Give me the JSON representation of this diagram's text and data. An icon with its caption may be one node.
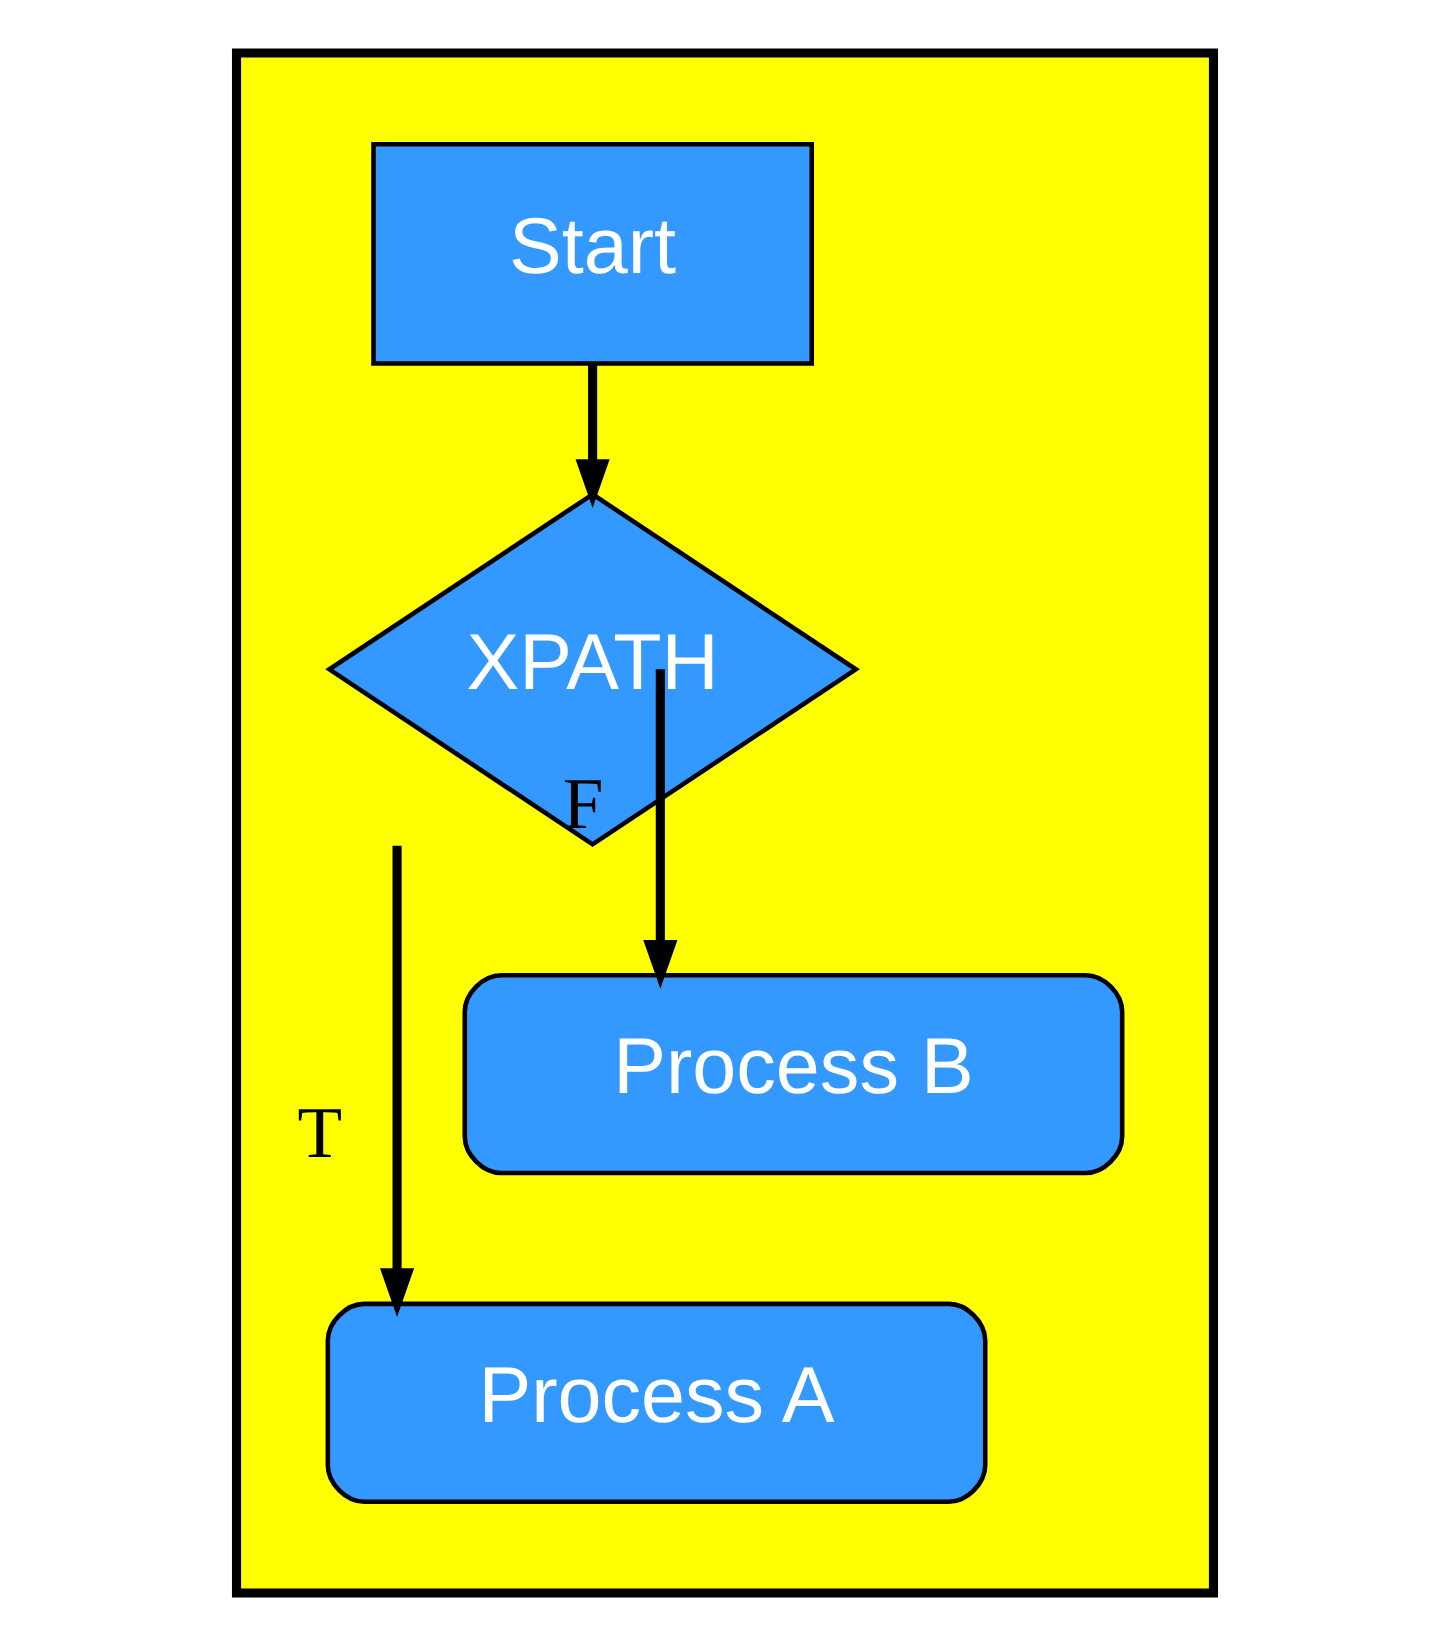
{
  "diagram": {
    "nodes": [
      {
        "text": [],
        "shape": "box"
      },
      {
        "text": [
          "Start"
        ],
        "in": 0
      },
      {
        "text": [
          "XPATH"
        ],
        "in": 0
      },
      {
        "text": [
          "Process B"
        ],
        "in": 0
      },
      {
        "text": [
          "Process A"
        ],
        "in": 0
      }
    ],
    "edges": [
      {
        "from": 1,
        "to": 2,
        "arrow": "to"
      },
      {
        "from": 2,
        "to": 3,
        "arrow": "to",
        "label": "F"
      },
      {
        "from": 2,
        "to": 4,
        "arrow": "to",
        "label": "T"
      }
    ]
  }
}
